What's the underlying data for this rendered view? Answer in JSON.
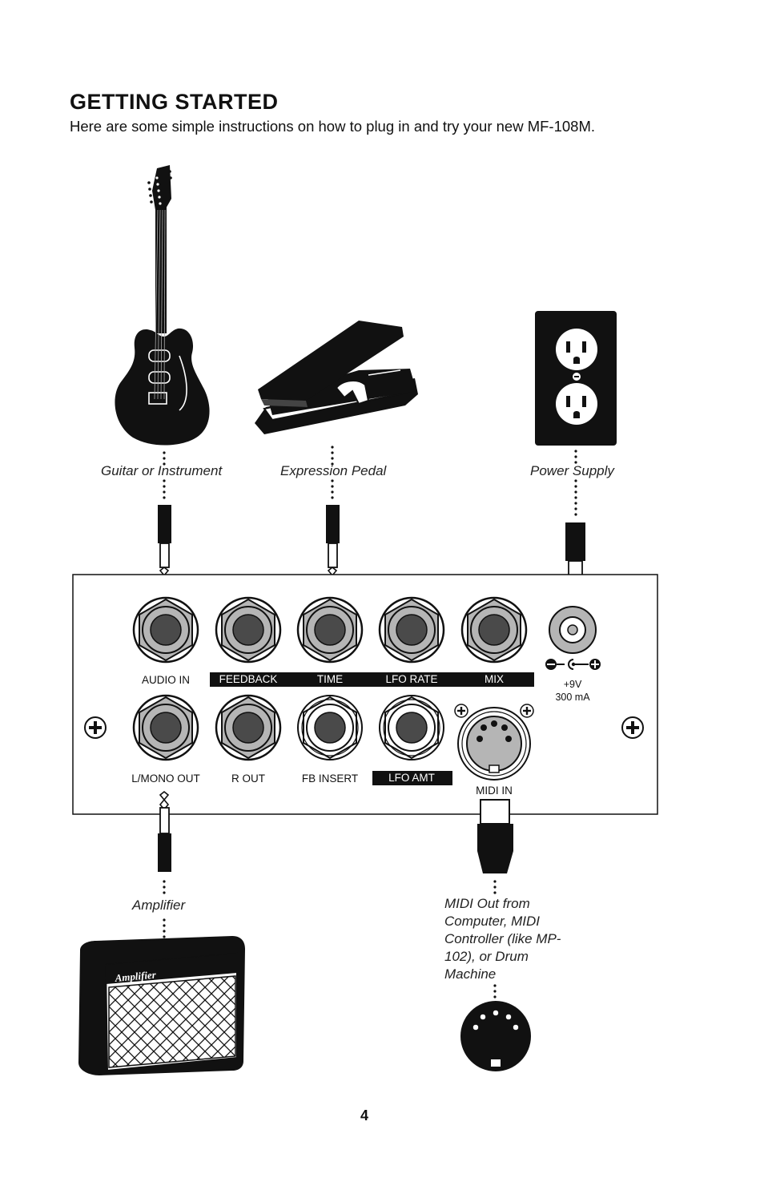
{
  "header": {
    "title": "GETTING STARTED",
    "subtitle": "Here are some simple instructions on how to plug in and try your new MF-108M."
  },
  "devices": {
    "guitar_caption": "Guitar or Instrument",
    "pedal_caption": "Expression Pedal",
    "power_caption": "Power Supply",
    "amp_caption": "Amplifier",
    "amp_logo": "Amplifier",
    "midi_caption": "MIDI Out from Computer, MIDI Controller (like MP-102), or Drum Machine"
  },
  "panel": {
    "audio_in": "AUDIO IN",
    "feedback": "FEEDBACK",
    "time": "TIME",
    "lfo_rate": "LFO RATE",
    "mix": "MIX",
    "power_voltage": "+9V",
    "power_current": "300 mA",
    "l_mono_out": "L/MONO OUT",
    "r_out": "R OUT",
    "fb_insert": "FB INSERT",
    "lfo_amt": "LFO AMT",
    "midi_in": "MIDI IN"
  },
  "footer": {
    "page_number": "4"
  }
}
